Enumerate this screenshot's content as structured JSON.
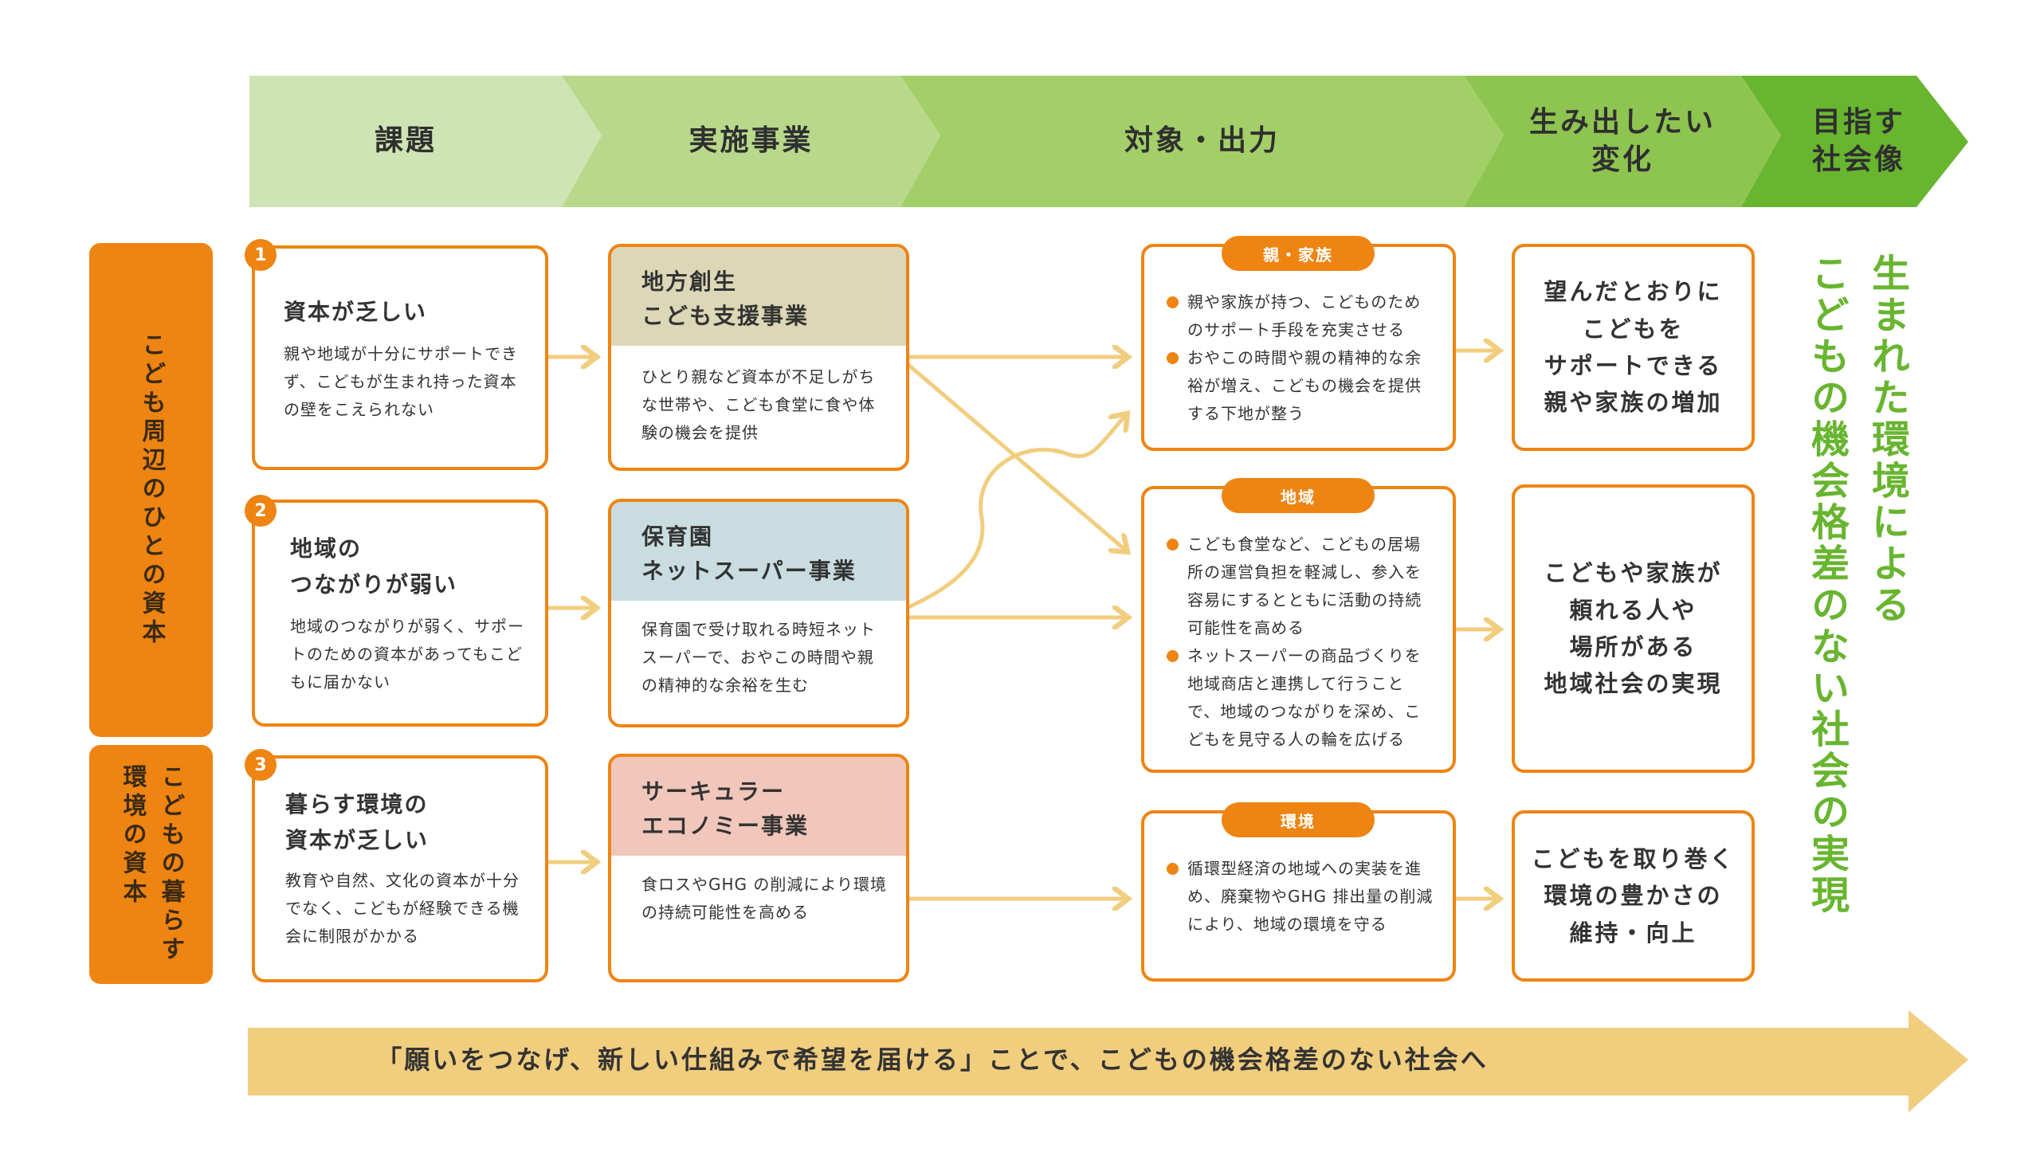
{
  "colors": {
    "orange": "#ee8412",
    "green_text": "#68b530",
    "header_1": "#cfe4b5",
    "header_2": "#b8d98b",
    "header_3": "#a3cf68",
    "header_4": "#8ec551",
    "header_5": "#68b530",
    "gold": "#f1cd7e",
    "biz1_head": "#dcd7b6",
    "biz2_head": "#c9dde0",
    "biz3_head": "#f1c7bb"
  },
  "header": {
    "stages": [
      "課題",
      "実施事業",
      "対象・出力",
      "生み出したい\n変化",
      "目指す\n社会像"
    ]
  },
  "categories": [
    "こども周辺のひとの資本",
    "こどもの暮らす\n環境の資本"
  ],
  "issues": [
    {
      "num": "1",
      "title": "資本が乏しい",
      "body": "親や地域が十分にサポートできず、こどもが生まれ持った資本の壁をこえられない"
    },
    {
      "num": "2",
      "title": "地域の\nつながりが弱い",
      "body": "地域のつながりが弱く、サポートのための資本があってもこどもに届かない"
    },
    {
      "num": "3",
      "title": "暮らす環境の\n資本が乏しい",
      "body": "教育や自然、文化の資本が十分でなく、こどもが経験できる機会に制限がかかる"
    }
  ],
  "businesses": [
    {
      "title": "地方創生\nこども支援事業",
      "body": "ひとり親など資本が不足しがちな世帯や、こども食堂に食や体験の機会を提供"
    },
    {
      "title": "保育園\nネットスーパー事業",
      "body": "保育園で受け取れる時短ネットスーパーで、おやこの時間や親の精神的な余裕を生む"
    },
    {
      "title": "サーキュラー\nエコノミー事業",
      "body": "食ロスやGHG の削減により環境の持続可能性を高める"
    }
  ],
  "targets": [
    {
      "label": "親・家族",
      "bullets": [
        "親や家族が持つ、こどものためのサポート手段を充実させる",
        "おやこの時間や親の精神的な余裕が増え、こどもの機会を提供する下地が整う"
      ]
    },
    {
      "label": "地域",
      "bullets": [
        "こども食堂など、こどもの居場所の運営負担を軽減し、参入を容易にするとともに活動の持続可能性を高める",
        "ネットスーパーの商品づくりを地域商店と連携して行うことで、地域のつながりを深め、こどもを見守る人の輪を広げる"
      ]
    },
    {
      "label": "環境",
      "bullets": [
        "循環型経済の地域への実装を進め、廃棄物やGHG 排出量の削減により、地域の環境を守る"
      ]
    }
  ],
  "changes": [
    "望んだとおりに\nこどもを\nサポートできる\n親や家族の増加",
    "こどもや家族が\n頼れる人や\n場所がある\n地域社会の実現",
    "こどもを取り巻く\n環境の豊かさの\n維持・向上"
  ],
  "vision": {
    "line1": "生まれた環境による",
    "line2": "こどもの機会格差のない社会の実現"
  },
  "banner": "「願いをつなげ、新しい仕組みで希望を届ける」ことで、こどもの機会格差のない社会へ"
}
